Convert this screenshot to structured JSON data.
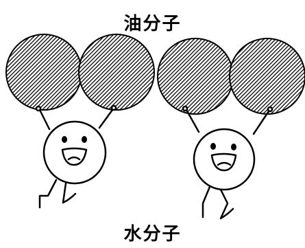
{
  "labels": {
    "oil_molecule": "油分子",
    "water_molecule": "水分子"
  },
  "colors": {
    "ink": "#000000",
    "background": "#ffffff"
  },
  "figures": {
    "oil_balls": 4,
    "water_characters": 2
  }
}
